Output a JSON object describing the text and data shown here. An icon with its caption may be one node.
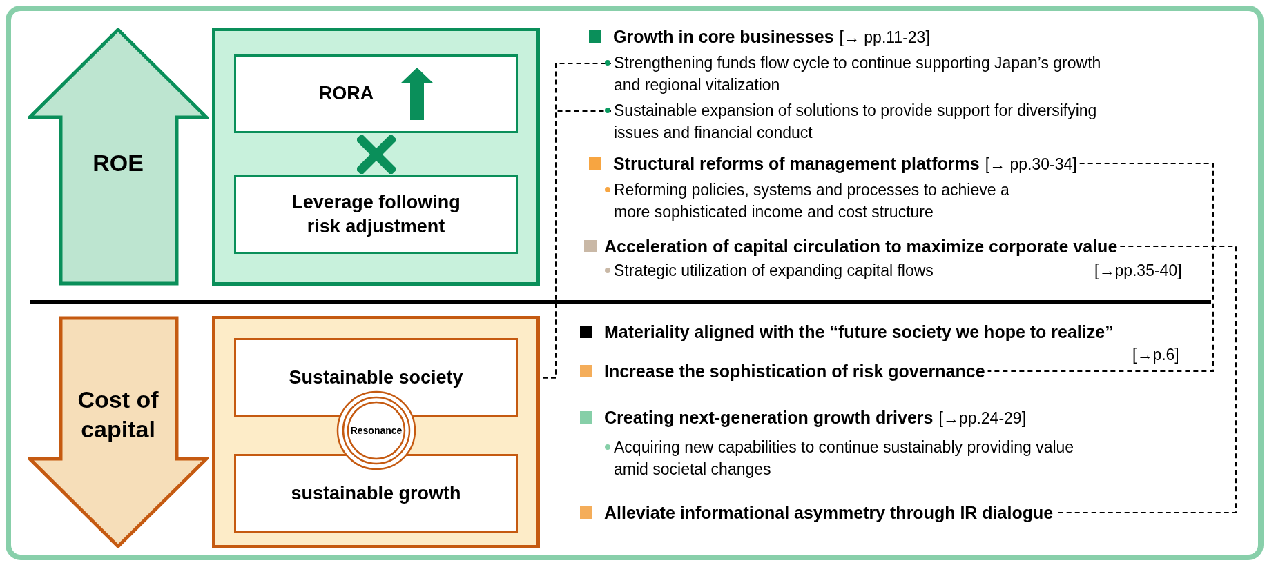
{
  "diagram": {
    "nodes": [
      {
        "text": [
          "ROE"
        ]
      },
      {
        "text": [],
        "shape": "box"
      },
      {
        "text": [
          "RORA"
        ],
        "in": 1
      },
      {
        "text": [
          "Leverage following risk adjustment"
        ],
        "in": 1
      },
      {
        "text": [
          "Cost of capital"
        ]
      },
      {
        "text": [],
        "shape": "box"
      },
      {
        "text": [
          "Sustainable society"
        ],
        "in": 5
      },
      {
        "text": [
          "Resonance"
        ],
        "in": 5
      },
      {
        "text": [
          "sustainable growth"
        ],
        "in": 5
      },
      {
        "text": [
          "Strengthening funds flow cycle to continue supporting Japan’s growth and regional vitalization"
        ]
      },
      {
        "text": [
          "Sustainable expansion of solutions to provide support for diversifying issues and financial conduct"
        ]
      },
      {
        "text": [
          "Structural reforms of management platforms",
          "[→ pp.30-34]"
        ]
      },
      {
        "text": [
          "Acceleration of capital circulation to maximize corporate value"
        ]
      },
      {
        "text": [
          "Increase the sophistication of risk governance"
        ]
      },
      {
        "text": [
          "Alleviate informational asymmetry through IR dialogue"
        ]
      }
    ],
    "edges": [
      {
        "from": 6,
        "to": 9,
        "arrow": "none",
        "style": "dashed"
      },
      {
        "from": 6,
        "to": 10,
        "arrow": "none",
        "style": "dashed"
      },
      {
        "from": 11,
        "to": 13,
        "arrow": "none",
        "style": "dashed"
      },
      {
        "from": 12,
        "to": 14,
        "arrow": "none",
        "style": "dashed"
      }
    ],
    "labels": [
      "Growth in core businesses",
      "[→ pp.11-23]",
      "Reforming policies, systems and processes to achieve a more sophisticated income and cost structure",
      "Strategic utilization of expanding capital flows",
      "[→pp.35-40]",
      "Materiality aligned with the “future society we hope to realize”",
      "[→p.6]",
      "Creating next-generation growth drivers",
      "[→pp.24-29]",
      "Acquiring new capabilities to continue sustainably providing value amid societal changes"
    ]
  }
}
